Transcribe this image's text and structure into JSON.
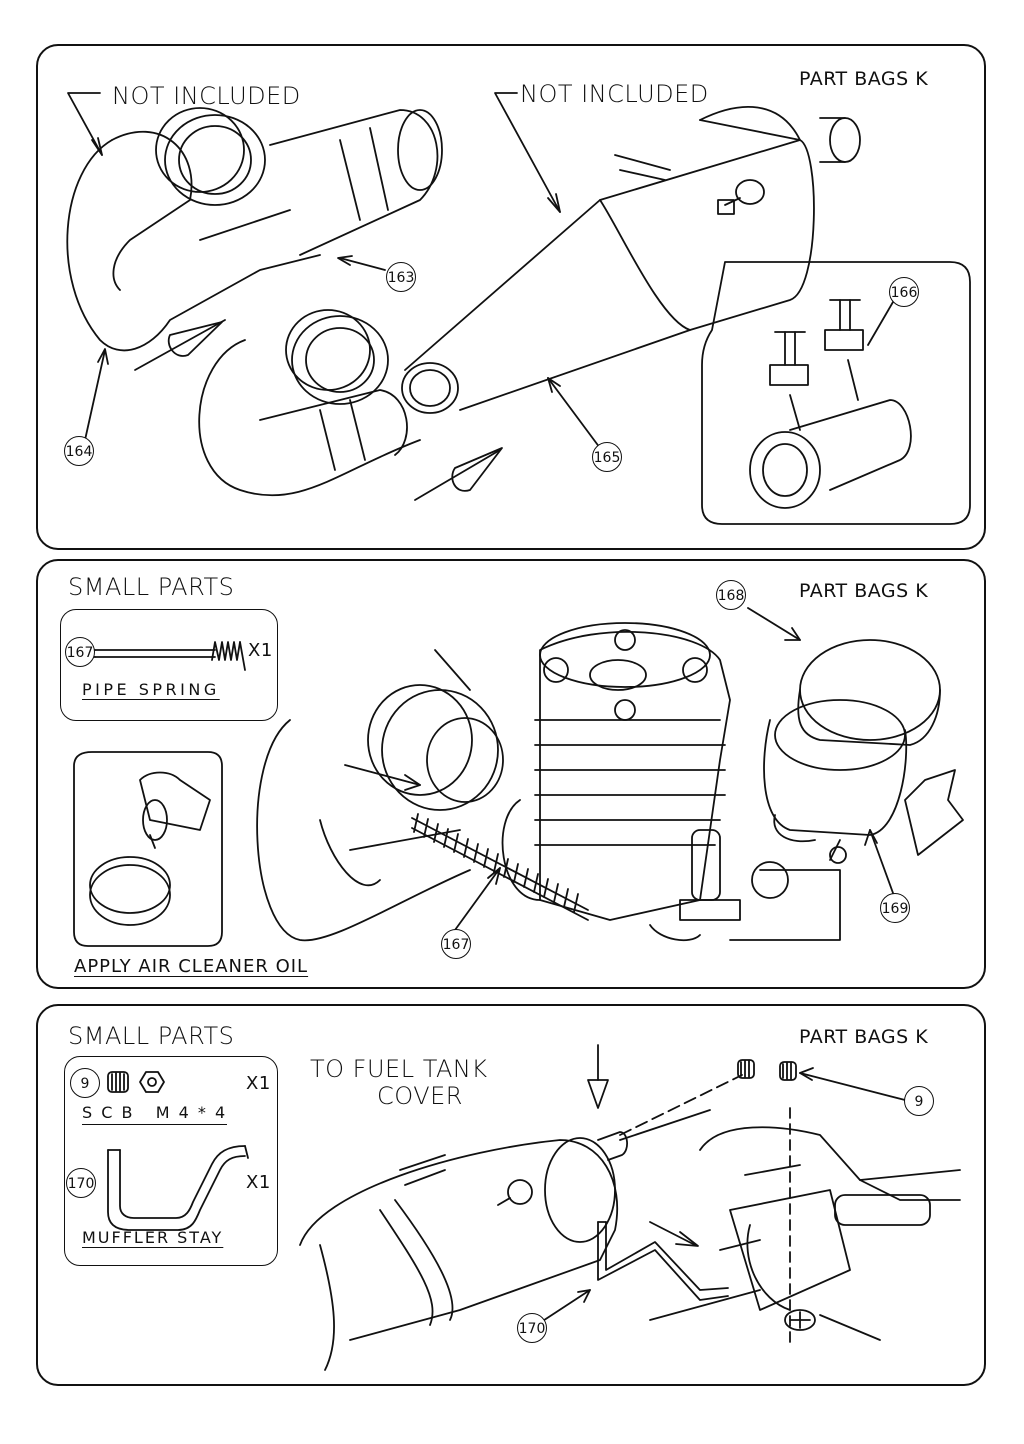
{
  "panel1": {
    "not_included_left": "NOT INCLUDED",
    "not_included_right": "NOT INCLUDED",
    "part_bags": "PART BAGS K",
    "callouts": {
      "c163": "163",
      "c164": "164",
      "c165": "165",
      "c166": "166"
    }
  },
  "panel2": {
    "small_parts": "SMALL PARTS",
    "part_bags": "PART BAGS K",
    "spring_box": {
      "callout": "167",
      "qty": "X1",
      "caption": "PIPE SPRING"
    },
    "oil_caption": "APPLY AIR CLEANER OIL",
    "callouts": {
      "c167": "167",
      "c168": "168",
      "c169": "169"
    }
  },
  "panel3": {
    "small_parts": "SMALL PARTS",
    "part_bags": "PART BAGS K",
    "to_fuel_line1": "TO FUEL TANK",
    "to_fuel_line2": "COVER",
    "screw_box": {
      "callout_9": "9",
      "qty_9": "X1",
      "caption_9": "S C B   M 4 * 4",
      "callout_170": "170",
      "qty_170": "X1",
      "caption_170": "MUFFLER STAY"
    },
    "callouts": {
      "c9": "9",
      "c170": "170"
    }
  }
}
